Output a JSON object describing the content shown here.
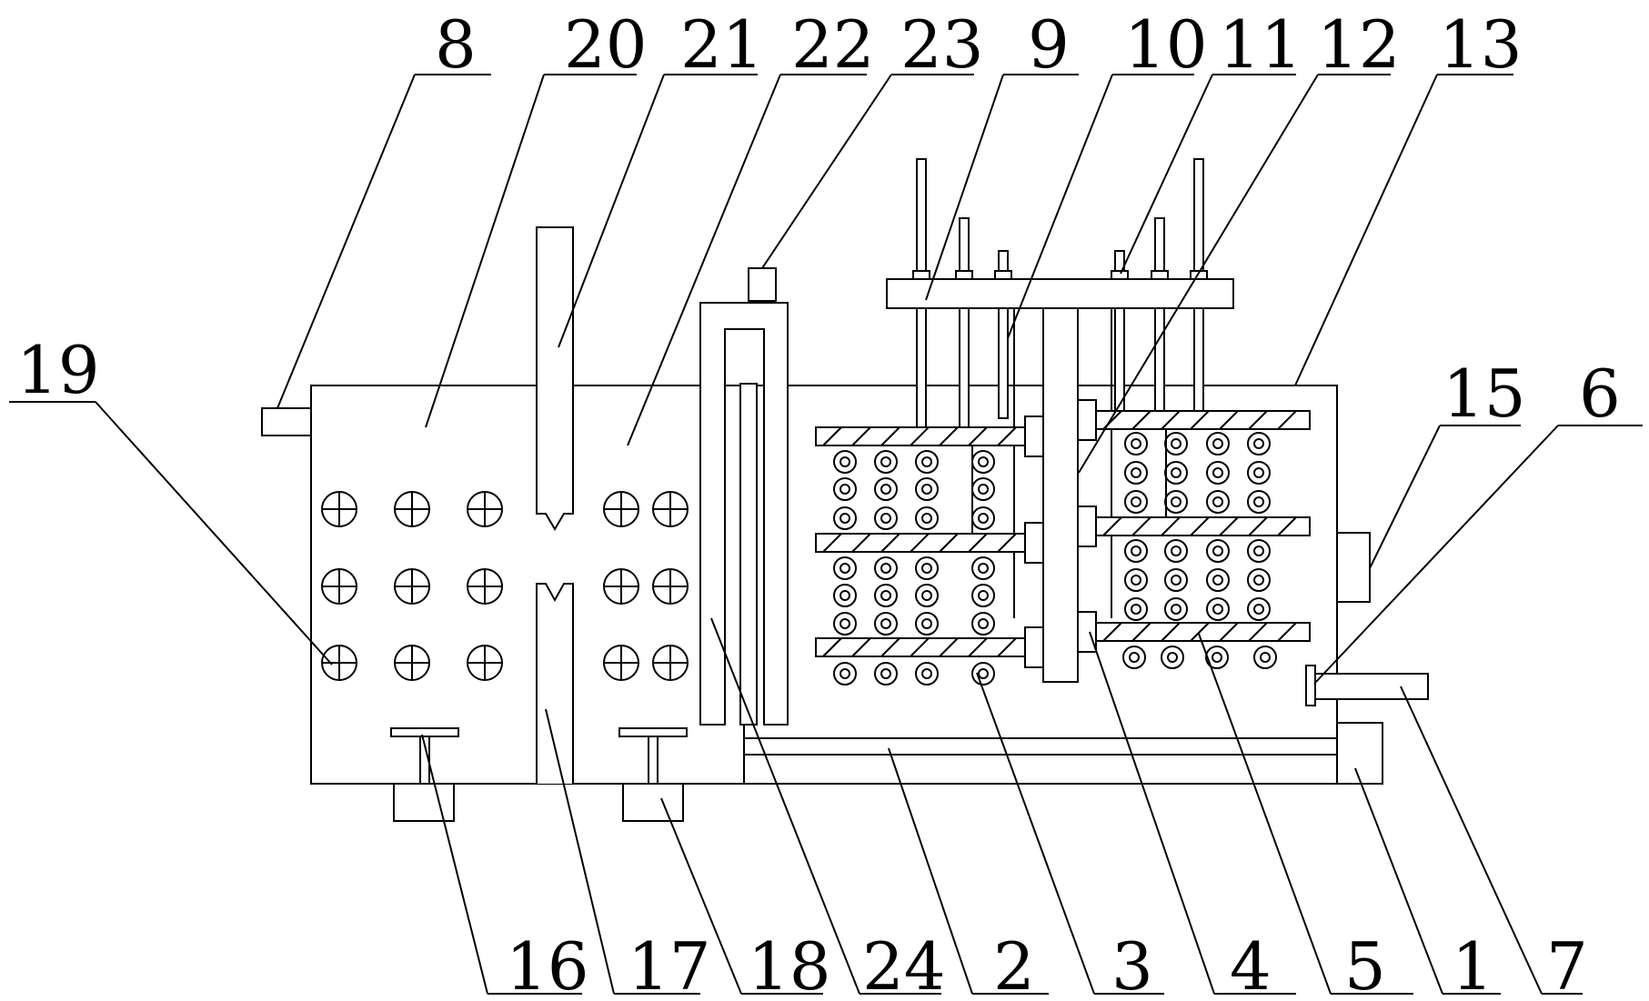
{
  "labels_top": [
    "8",
    "20",
    "21",
    "22",
    "23",
    "9",
    "10",
    "11",
    "12",
    "13"
  ],
  "labels_left": [
    "19"
  ],
  "labels_right": [
    "15",
    "6"
  ],
  "labels_bottom": [
    "16",
    "17",
    "18",
    "24",
    "2",
    "3",
    "4",
    "5",
    "1",
    "7"
  ],
  "colors": {
    "line": "#000000",
    "background": "#ffffff"
  }
}
